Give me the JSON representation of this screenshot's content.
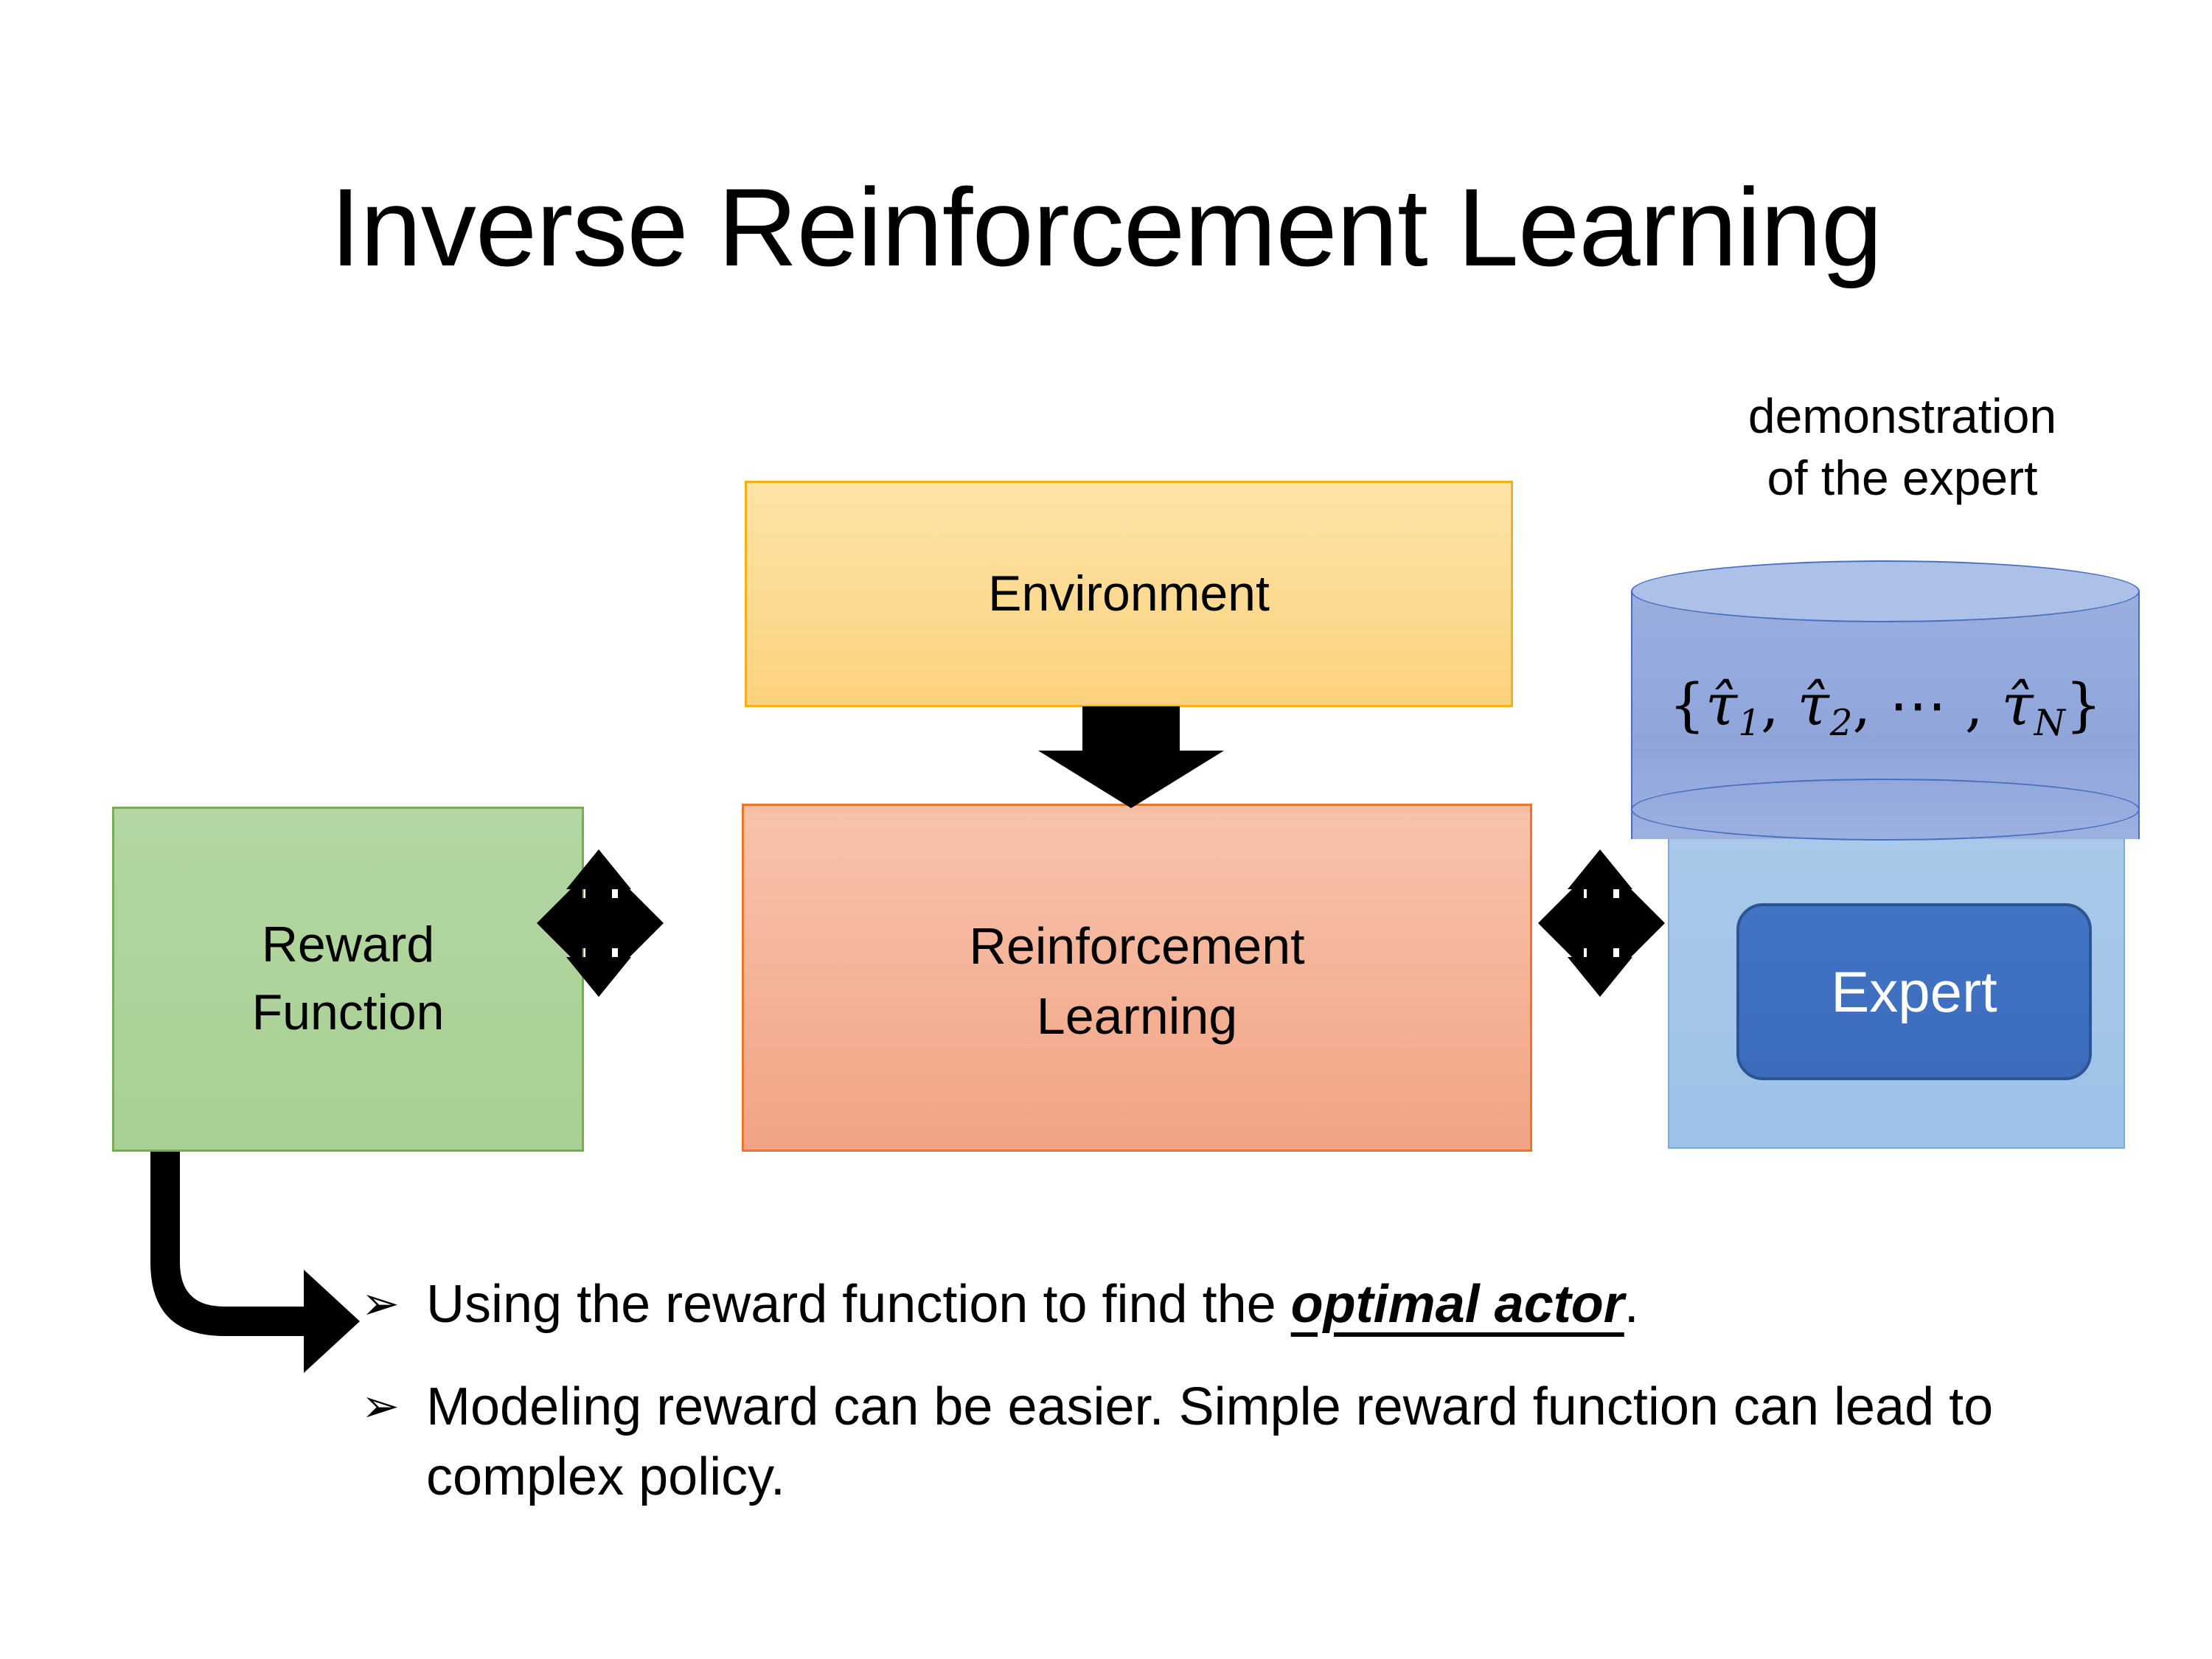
{
  "slide": {
    "title": "Inverse Reinforcement Learning",
    "background_color": "#ffffff"
  },
  "diagram": {
    "reward_box": {
      "label": "Reward\nFunction",
      "fill_color": "#a9d093",
      "border_color": "#7aab57"
    },
    "environment_box": {
      "label": "Environment",
      "fill_color": "#fcd27e",
      "border_color": "#f2b11a"
    },
    "rl_box": {
      "label": "Reinforcement\nLearning",
      "fill_color": "#f2a384",
      "border_color": "#e8762c"
    },
    "demo_caption": "demonstration\nof the expert",
    "cylinder": {
      "formula_open": "{",
      "tau1": "τ̂",
      "sub1": "1",
      "sep1": ", ",
      "tau2": "τ̂",
      "sub2": "2",
      "sep2": ", ⋯ , ",
      "tauN": "τ̂",
      "subN": "N",
      "formula_close": "}",
      "fill_color": "#8fa5da",
      "border_color": "#4a6fbe"
    },
    "expert_backdrop": {
      "fill_color": "#9dc2e8",
      "border_color": "#7aa9da"
    },
    "expert_box": {
      "label": "Expert",
      "fill_color": "#3d6cbc",
      "border_color": "#2d5596",
      "text_color": "#ffffff"
    },
    "arrows": {
      "environment_to_rl": "down-arrow",
      "reward_to_rl": "four-way-arrow",
      "rl_to_expert": "four-way-arrow",
      "reward_to_bullet": "bent-elbow-arrow",
      "color": "#000000"
    }
  },
  "bullets": [
    {
      "marker": "➢",
      "text_before": "Using the reward function to find the ",
      "emphasis": "optimal actor",
      "text_after": "."
    },
    {
      "marker": "➢",
      "text_before": "Modeling reward can be easier. Simple reward function can lead to complex policy.",
      "emphasis": "",
      "text_after": ""
    }
  ]
}
